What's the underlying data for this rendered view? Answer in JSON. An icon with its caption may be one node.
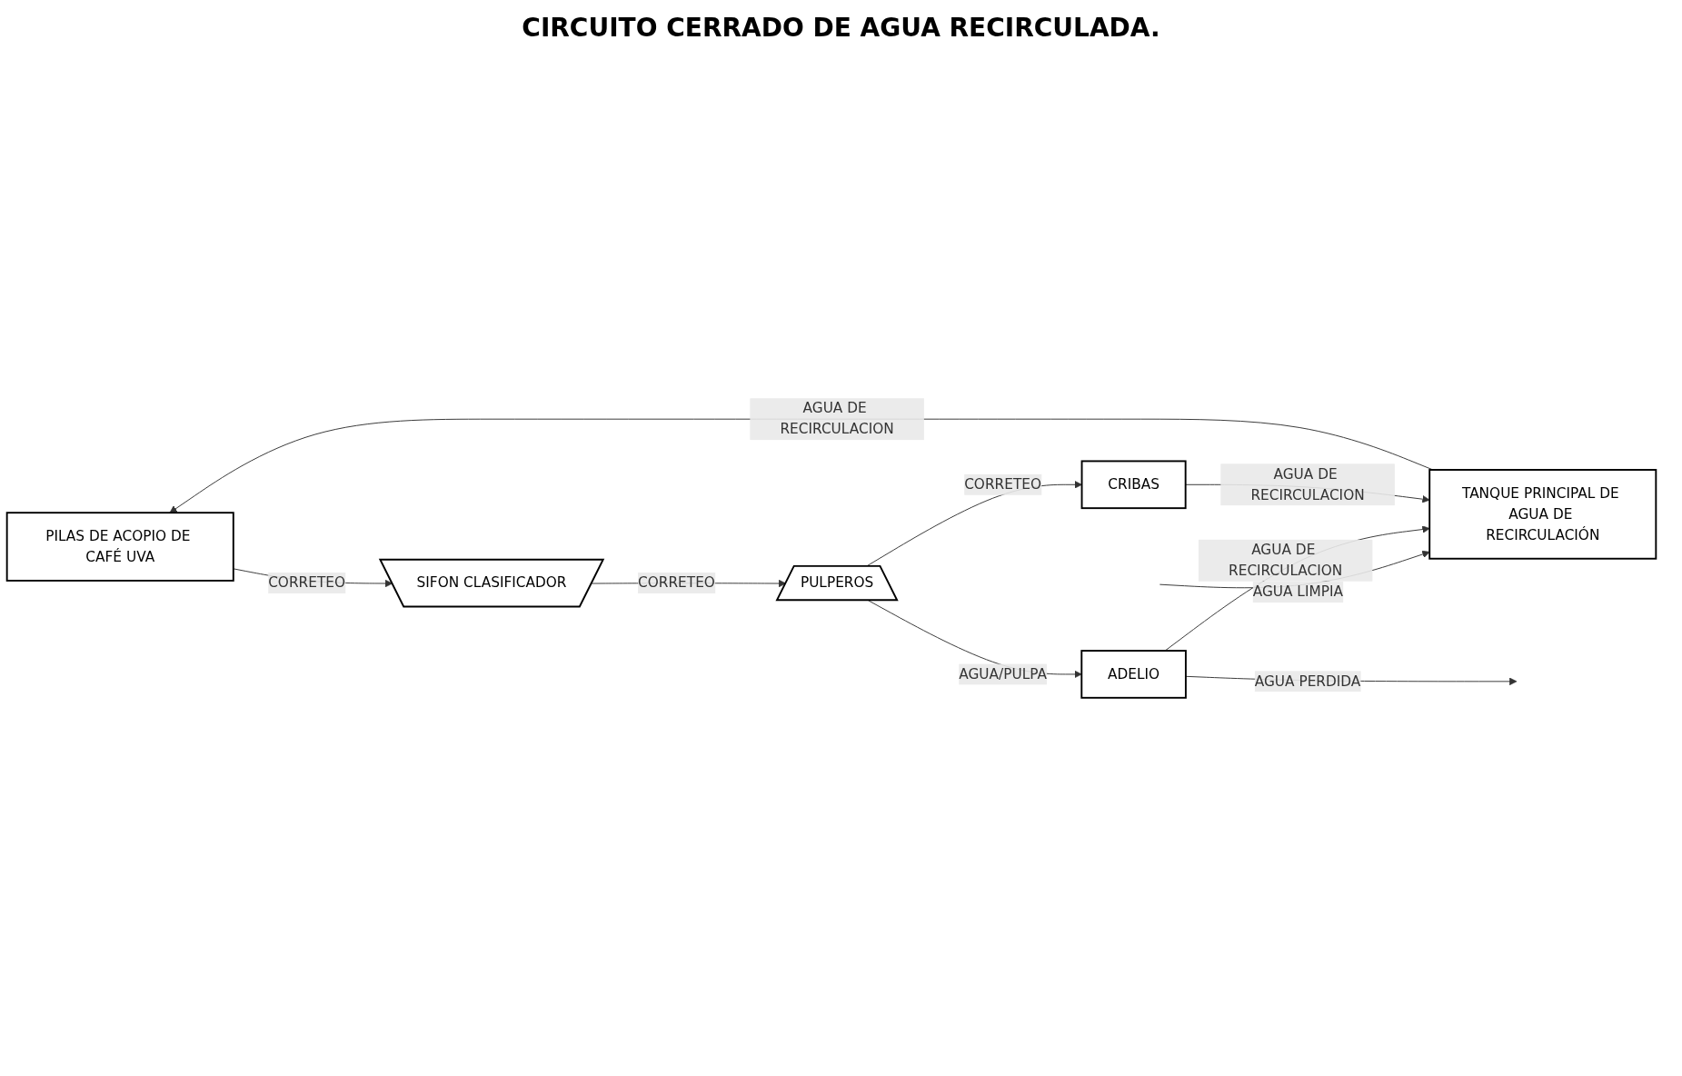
{
  "diagram": {
    "title": "CIRCUITO CERRADO DE AGUA RECIRCULADA.",
    "nodes": [
      {
        "text": [
          "PILAS DE ACOPIO DE CAFÉ UVA"
        ]
      },
      {
        "text": [
          "TANQUE PRINCIPAL DE AGUA DE RECIRCULACIÓN"
        ]
      },
      {
        "text": [
          "SIFON CLASIFICADOR"
        ]
      },
      {
        "text": [
          "PULPEROS"
        ]
      },
      {
        "text": [
          "CRIBAS"
        ]
      },
      {
        "text": [
          "ADELIO"
        ]
      }
    ],
    "edges": [
      {
        "from": null,
        "to": 1,
        "arrow": "to",
        "label": "AGUA LIMPIA"
      },
      {
        "from": 1,
        "to": 0,
        "arrow": "to",
        "label": "AGUA DE RECIRCULACION"
      },
      {
        "from": 5,
        "to": 1,
        "arrow": "to",
        "label": "AGUA DE RECIRCULACION"
      },
      {
        "from": 4,
        "to": 1,
        "arrow": "to",
        "label": "AGUA DE RECIRCULACION"
      },
      {
        "from": 0,
        "to": 2,
        "arrow": "to",
        "label": "CORRETEO"
      },
      {
        "from": 2,
        "to": 3,
        "arrow": "to",
        "label": "CORRETEO"
      },
      {
        "from": 3,
        "to": 4,
        "arrow": "to",
        "label": "CORRETEO"
      },
      {
        "from": 3,
        "to": 5,
        "arrow": "to",
        "label": "AGUA/PULPA"
      },
      {
        "from": 5,
        "to": null,
        "arrow": "to",
        "label": "AGUA PERDIDA"
      }
    ]
  }
}
